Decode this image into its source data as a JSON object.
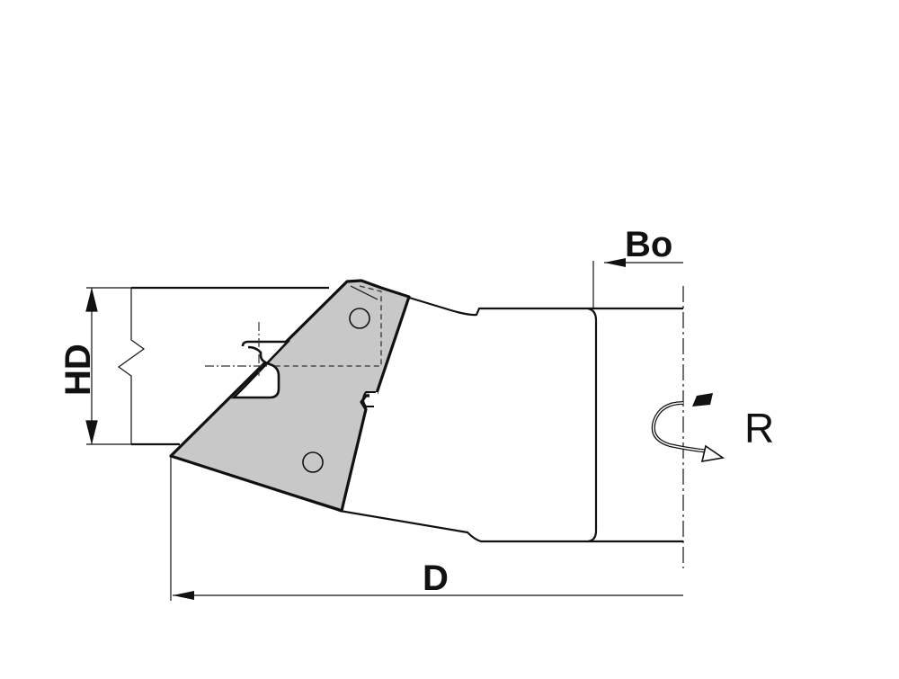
{
  "diagram": {
    "labels": {
      "bore": "Bo",
      "height": "HD",
      "diameter": "D",
      "rotation": "R"
    },
    "colors": {
      "line": "#111111",
      "knife_fill": "#c8c8c8",
      "background": "#ffffff"
    }
  }
}
